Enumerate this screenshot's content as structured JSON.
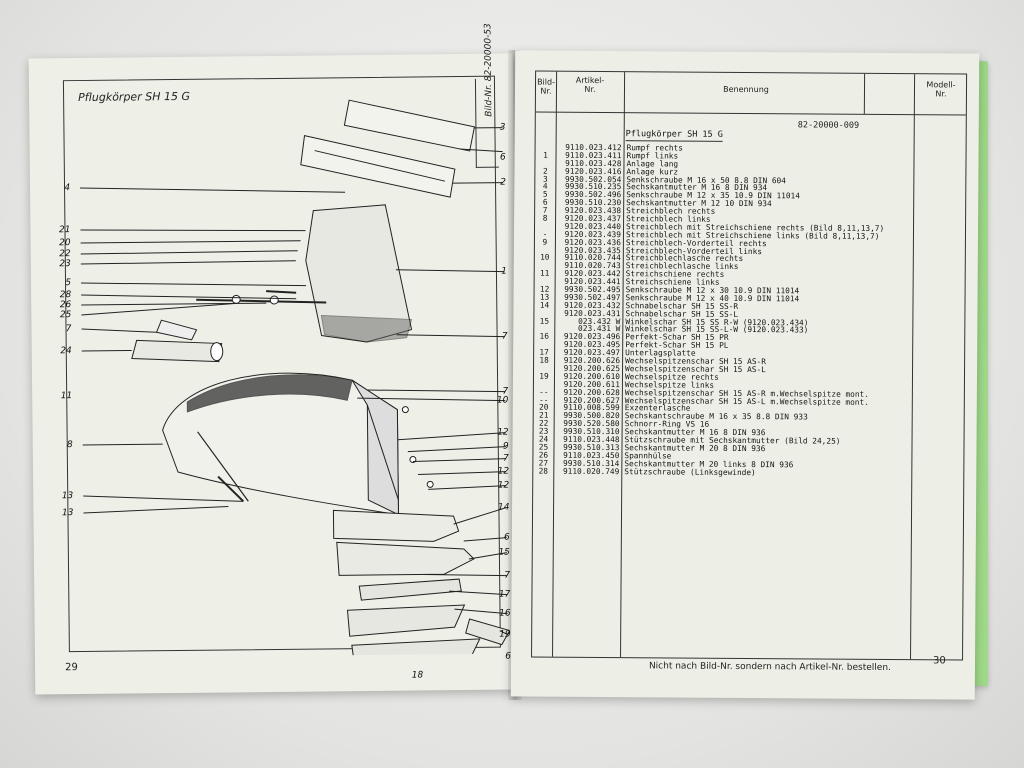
{
  "left_page": {
    "figure_title": "Pflugkörper SH 15 G",
    "bild_nr": "Bild-Nr. 82-20000-53",
    "page_number": "29",
    "callouts_right": [
      "3",
      "6",
      "2",
      "1",
      "7",
      "7",
      "10",
      "12",
      "9",
      "7",
      "12",
      "12",
      "14",
      "6",
      "15",
      "7",
      "17",
      "16",
      "19",
      "6"
    ],
    "callouts_left": [
      "4",
      "21",
      "20",
      "22",
      "23",
      "5",
      "28",
      "26",
      "25",
      "7",
      "24",
      "11",
      "8",
      "13",
      "13",
      "18"
    ]
  },
  "right_page": {
    "header": {
      "bild": "Bild-\nNr.",
      "artikel": "Artikel-\nNr.",
      "benennung": "Benennung",
      "modell": "Modell-\nNr."
    },
    "sheet_code": "82-20000-009",
    "section_title": "Pflugkörper SH 15 G",
    "page_number": "30",
    "footer_note": "Nicht nach Bild-Nr. sondern nach Artikel-Nr. bestellen.",
    "rows": [
      {
        "bild": "",
        "art": "9110.023.412",
        "name": "Rumpf rechts"
      },
      {
        "bild": "1",
        "art": "9110.023.411",
        "name": "Rumpf links"
      },
      {
        "bild": "",
        "art": "9110.023.428",
        "name": "Anlage lang"
      },
      {
        "bild": "2",
        "art": "9120.023.416",
        "name": "Anlage kurz"
      },
      {
        "bild": "3",
        "art": "9930.502.054",
        "name": "Senkschraube M 16 x 50  8.8  DIN 604"
      },
      {
        "bild": "4",
        "art": "9930.510.235",
        "name": "Sechskantmutter M 16  8  DIN 934"
      },
      {
        "bild": "5",
        "art": "9930.502.496",
        "name": "Senkschraube M 12 x 35  10.9  DIN 11014"
      },
      {
        "bild": "6",
        "art": "9930.510.230",
        "name": "Sechskantmutter M 12   10  DIN 934"
      },
      {
        "bild": "7",
        "art": "9120.023.438",
        "name": "Streichblech rechts"
      },
      {
        "bild": "8",
        "art": "9120.023.437",
        "name": "Streichblech links"
      },
      {
        "bild": "",
        "art": "9120.023.440",
        "name": "Streichblech mit Streichschiene rechts (Bild 8,11,13,7)"
      },
      {
        "bild": "-",
        "art": "9120.023.439",
        "name": "Streichblech mit Streichschiene links (Bild 8,11,13,7)"
      },
      {
        "bild": "9",
        "art": "9120.023.436",
        "name": "Streichblech-Vorderteil rechts"
      },
      {
        "bild": "",
        "art": "9120.023.435",
        "name": "Streichblech-Vorderteil links"
      },
      {
        "bild": "10",
        "art": "9110.020.744",
        "name": "Streichblechlasche rechts"
      },
      {
        "bild": "",
        "art": "9110.020.743",
        "name": "Streichblechlasche links"
      },
      {
        "bild": "11",
        "art": "9120.023.442",
        "name": "Streichschiene rechts"
      },
      {
        "bild": "",
        "art": "9120.023.441",
        "name": "Streichschiene links"
      },
      {
        "bild": "12",
        "art": "9930.502.495",
        "name": "Senkschraube M 12 x 30  10.9  DIN 11014"
      },
      {
        "bild": "13",
        "art": "9930.502.497",
        "name": "Senkschraube M 12 x 40  10.9  DIN 11014"
      },
      {
        "bild": "14",
        "art": "9120.023.432",
        "name": "Schnabelschar SH 15 SS-R"
      },
      {
        "bild": "",
        "art": "9120.023.431",
        "name": "Schnabelschar SH 15 SS-L"
      },
      {
        "bild": "15",
        "art": "023.432 W",
        "name": "Winkelschar SH 15 SS R-W   (9120.023.434)"
      },
      {
        "bild": "",
        "art": "023.431 W",
        "name": "Winkelschar SH 15 SS-L-W   (9120.023.433)"
      },
      {
        "bild": "16",
        "art": "9120.023.496",
        "name": "Perfekt-Schar SH 15 PR"
      },
      {
        "bild": "",
        "art": "9120.023.495",
        "name": "Perfekt-Schar SH 15 PL"
      },
      {
        "bild": "17",
        "art": "9120.023.497",
        "name": "Unterlagsplatte"
      },
      {
        "bild": "18",
        "art": "9120.200.626",
        "name": "Wechselspitzenschar SH 15 AS-R"
      },
      {
        "bild": "",
        "art": "9120.200.625",
        "name": "Wechselspitzenschar SH 15 AS-L"
      },
      {
        "bild": "19",
        "art": "9120.200.610",
        "name": "Wechselspitze rechts"
      },
      {
        "bild": "",
        "art": "9120.200.611",
        "name": "Wechselspitze links"
      },
      {
        "bild": "--",
        "art": "9120.200.628",
        "name": "Wechselspitzenschar SH 15 AS-R m.Wechselspitze mont."
      },
      {
        "bild": "--",
        "art": "9120.200.627",
        "name": "Wechselspitzenschar SH 15 AS-L m.Wechselspitze mont."
      },
      {
        "bild": "20",
        "art": "9110.008.599",
        "name": "Exzenterlasche"
      },
      {
        "bild": "21",
        "art": "9930.500.820",
        "name": "Sechskantschraube M 16 x 35  8.8  DIN 933"
      },
      {
        "bild": "22",
        "art": "9930.520.580",
        "name": "Schnorr-Ring  VS 16"
      },
      {
        "bild": "23",
        "art": "9930.510.310",
        "name": "Sechskantmutter  M 16  8  DIN 936"
      },
      {
        "bild": "24",
        "art": "9110.023.448",
        "name": "Stützschraube mit Sechskantmutter  (Bild 24,25)"
      },
      {
        "bild": "25",
        "art": "9930.510.313",
        "name": "Sechskantmutter  M 20  8  DIN 936"
      },
      {
        "bild": "26",
        "art": "9110.023.450",
        "name": "Spannhülse"
      },
      {
        "bild": "27",
        "art": "9930.510.314",
        "name": "Sechskantmutter  M 20  links  8  DIN 936"
      },
      {
        "bild": "28",
        "art": "9110.020.749",
        "name": "Stützschraube  (Linksgewinde)"
      }
    ]
  }
}
